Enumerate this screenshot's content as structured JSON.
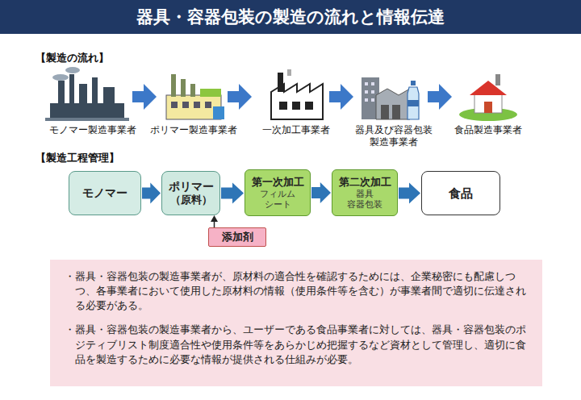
{
  "diagram": {
    "title": "器具・容器包装の製造の流れと情報伝達",
    "nodes": [
      {
        "text": [
          "モノマー"
        ]
      },
      {
        "text": [
          "ポリマー",
          "（原料）"
        ]
      },
      {
        "text": [
          "第一次加工",
          "フィルム",
          "シート"
        ]
      },
      {
        "text": [
          "第二次加工",
          "器具",
          "容器包装"
        ]
      },
      {
        "text": [
          "食品"
        ]
      },
      {
        "text": [
          "添加剤"
        ]
      },
      {
        "text": [
          "・器具・容器包装の製造事業者が、原材料の適合性を確認するためには、企業秘密にも配慮しつつ、各事業者において使用した原材料の情報（使用条件等を含む）が事業者間で適切に伝達される必要がある。",
          "・器具・容器包装の製造事業者から、ユーザーである食品事業者に対しては、器具・容器包装のポジティブリスト制度適合性や使用条件等をあらかじめ把握するなど資材として管理し、適切に食品を製造するために必要な情報が提供される仕組みが必要。"
        ]
      }
    ],
    "edges": [
      {
        "from": 0,
        "to": 1,
        "arrow": "to"
      },
      {
        "from": 1,
        "to": 2,
        "arrow": "to"
      },
      {
        "from": 2,
        "to": 3,
        "arrow": "to"
      },
      {
        "from": 3,
        "to": 4,
        "arrow": "to"
      },
      {
        "from": 5,
        "to": 1,
        "arrow": "to"
      }
    ],
    "labels": [
      "【製造の流れ】",
      "モノマー製造事業者",
      "ポリマー製造事業者",
      "一次加工事業者",
      "器具及び容器包装製造事業者",
      "食品製造事業者",
      "【製造工程管理】"
    ]
  }
}
